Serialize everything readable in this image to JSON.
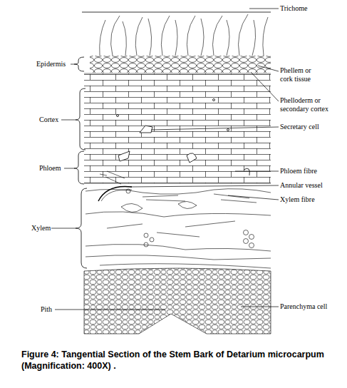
{
  "diagram": {
    "caption": "Figure 4: Tangential Section of the Stem Bark of Detarium microcarpum (Magnification: 400X) .",
    "labels": [
      "Trichome",
      "Epidermis",
      "Phellem or cork tissue",
      "Phelloderm or secondary cortex",
      "Cortex",
      "Secretary cell",
      "Phloem",
      "Phloem fibre",
      "Annular vessel",
      "Xylem fibre",
      "Xylem",
      "Pith",
      "Parenchyma cell"
    ]
  }
}
